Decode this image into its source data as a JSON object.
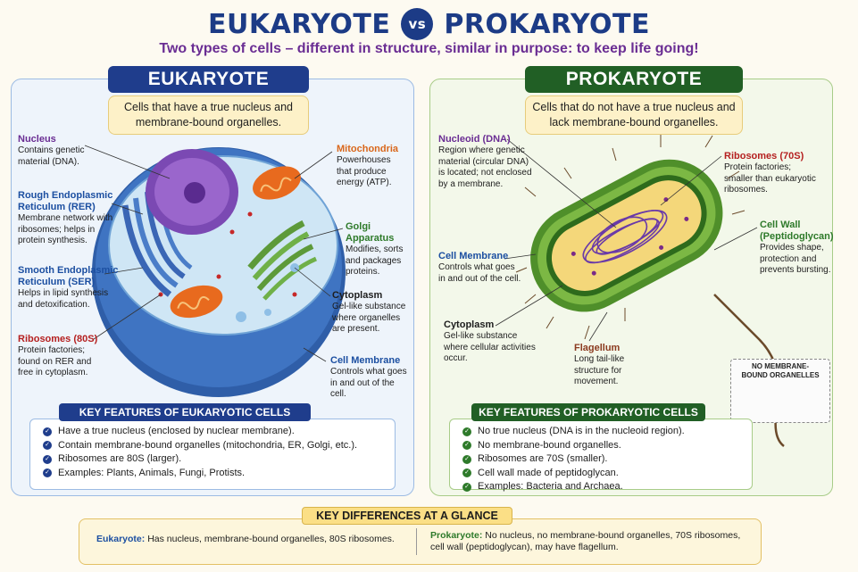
{
  "title": {
    "left": "EUKARYOTE",
    "vs": "vs",
    "right": "PROKARYOTE"
  },
  "subtitle": "Two types of cells – different in structure, similar in purpose: to keep life going!",
  "eukaryote": {
    "header": "EUKARYOTE",
    "definition_line1": "Cells that have a true nucleus and",
    "definition_line2": "membrane-bound organelles.",
    "labels": {
      "nucleus": {
        "title": "Nucleus",
        "desc1": "Contains genetic",
        "desc2": "material (DNA)."
      },
      "rer": {
        "title1": "Rough Endoplasmic",
        "title2": "Reticulum (RER)",
        "desc1": "Membrane network with",
        "desc2": "ribosomes; helps in",
        "desc3": "protein synthesis."
      },
      "ser": {
        "title1": "Smooth Endoplasmic",
        "title2": "Reticulum (SER)",
        "desc1": "Helps in lipid synthesis",
        "desc2": "and detoxification."
      },
      "ribosomes": {
        "title": "Ribosomes (80S)",
        "desc1": "Protein factories;",
        "desc2": "found on RER and",
        "desc3": "free in cytoplasm."
      },
      "mitochondria": {
        "title": "Mitochondria",
        "desc1": "Powerhouses",
        "desc2": "that produce",
        "desc3": "energy (ATP)."
      },
      "golgi": {
        "title": "Golgi Apparatus",
        "desc1": "Modifies, sorts",
        "desc2": "and packages",
        "desc3": "proteins."
      },
      "cytoplasm": {
        "title": "Cytoplasm",
        "desc1": "Gel-like substance",
        "desc2": "where organelles",
        "desc3": "are present."
      },
      "membrane": {
        "title": "Cell Membrane",
        "desc1": "Controls what goes",
        "desc2": "in and out of the cell."
      }
    },
    "key_header": "KEY FEATURES OF EUKARYOTIC CELLS",
    "features": [
      "Have a true nucleus (enclosed by nuclear membrane).",
      "Contain membrane-bound organelles (mitochondria, ER, Golgi, etc.).",
      "Ribosomes are 80S (larger).",
      "Examples: Plants, Animals, Fungi, Protists."
    ]
  },
  "prokaryote": {
    "header": "PROKARYOTE",
    "definition_line1": "Cells that do not have a true nucleus and",
    "definition_line2": "lack membrane-bound organelles.",
    "labels": {
      "nucleoid": {
        "title": "Nucleoid (DNA)",
        "desc1": "Region where genetic",
        "desc2": "material (circular DNA)",
        "desc3": "is located; not enclosed",
        "desc4": "by a membrane."
      },
      "ribosomes": {
        "title": "Ribosomes (70S)",
        "desc1": "Protein factories;",
        "desc2": "smaller than eukaryotic",
        "desc3": "ribosomes."
      },
      "wall": {
        "title1": "Cell Wall",
        "title2": "(Peptidoglycan)",
        "desc1": "Provides shape,",
        "desc2": "protection and",
        "desc3": "prevents bursting."
      },
      "membrane": {
        "title": "Cell Membrane",
        "desc1": "Controls what goes",
        "desc2": "in and out of the cell."
      },
      "cytoplasm": {
        "title": "Cytoplasm",
        "desc1": "Gel-like substance",
        "desc2": "where cellular activities",
        "desc3": "occur."
      },
      "flagellum": {
        "title": "Flagellum",
        "desc1": "Long tail-like",
        "desc2": "structure for",
        "desc3": "movement."
      }
    },
    "no_membrane_line1": "NO MEMBRANE-",
    "no_membrane_line2": "BOUND ORGANELLES",
    "key_header": "KEY FEATURES OF PROKARYOTIC CELLS",
    "features": [
      "No true nucleus (DNA is in the nucleoid region).",
      "No membrane-bound organelles.",
      "Ribosomes are 70S (smaller).",
      "Cell wall made of peptidoglycan.",
      "Examples: Bacteria and Archaea."
    ]
  },
  "differences": {
    "header": "KEY DIFFERENCES AT A GLANCE",
    "euk_label": "Eukaryote:",
    "euk_text": "Has nucleus, membrane-bound organelles, 80S ribosomes.",
    "pro_label": "Prokaryote:",
    "pro_text": "No nucleus, no membrane-bound organelles, 70S ribosomes, cell wall (peptidoglycan), may have flagellum."
  },
  "colors": {
    "euk_primary": "#1f3d8c",
    "pro_primary": "#215f25",
    "accent_purple": "#6a2d93"
  }
}
